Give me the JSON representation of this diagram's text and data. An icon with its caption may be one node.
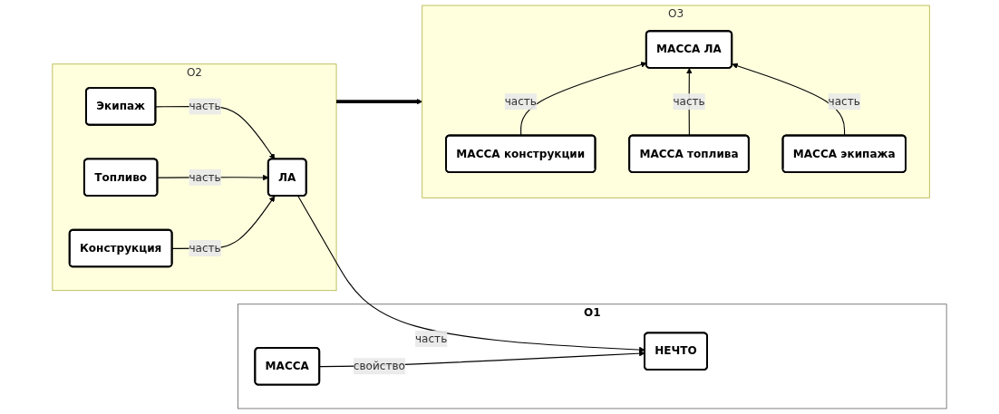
{
  "diagram": {
    "nodes": [
      {
        "text": [
          "O1"
        ]
      },
      {
        "text": [
          "НЕЧТО"
        ],
        "in": 0
      },
      {
        "text": [
          "МАССА"
        ],
        "in": 0
      },
      {
        "text": [
          "O2"
        ]
      },
      {
        "text": [
          "ЛА"
        ],
        "in": 3
      },
      {
        "text": [
          "Конструкция"
        ],
        "in": 3
      },
      {
        "text": [
          "Топливо"
        ],
        "in": 3
      },
      {
        "text": [
          "Экипаж"
        ],
        "in": 3
      },
      {
        "text": [
          "O3"
        ]
      },
      {
        "text": [
          "МАССА  ЛА"
        ],
        "in": 8
      },
      {
        "text": [
          "МАССА конструкции"
        ],
        "in": 8
      },
      {
        "text": [
          "МАССА топлива"
        ],
        "in": 8
      },
      {
        "text": [
          "МАССА экипажа"
        ],
        "in": 8
      }
    ],
    "edges": [
      {
        "from": 2,
        "to": 1,
        "arrow": "to",
        "label": "свойство"
      },
      {
        "from": 4,
        "to": 1,
        "arrow": "to",
        "label": "часть"
      },
      {
        "from": 5,
        "to": 4,
        "arrow": "to",
        "label": "часть"
      },
      {
        "from": 6,
        "to": 4,
        "arrow": "to",
        "label": "часть"
      },
      {
        "from": 7,
        "to": 4,
        "arrow": "to",
        "label": "часть"
      },
      {
        "from": 10,
        "to": 9,
        "arrow": "to",
        "label": "часть"
      },
      {
        "from": 11,
        "to": 9,
        "arrow": "to",
        "label": "часть"
      },
      {
        "from": 12,
        "to": 9,
        "arrow": "to",
        "label": "часть"
      },
      {
        "from": 3,
        "to": 8,
        "arrow": "to",
        "style": "thick"
      }
    ]
  }
}
